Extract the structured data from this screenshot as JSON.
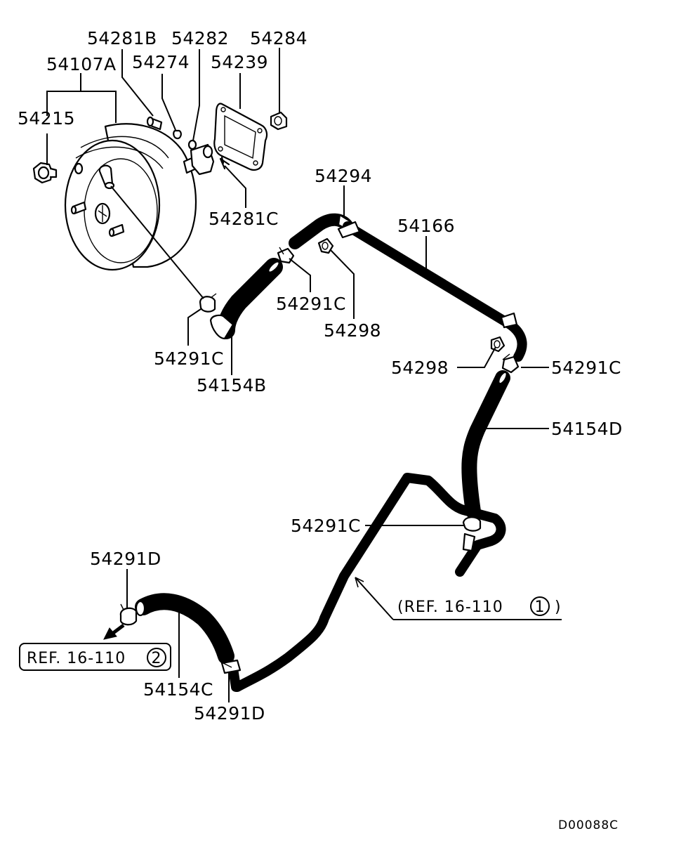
{
  "labels": {
    "p54281B": "54281B",
    "p54282": "54282",
    "p54284": "54284",
    "p54107A": "54107A",
    "p54274": "54274",
    "p54239": "54239",
    "p54215": "54215",
    "p54294": "54294",
    "p54281C": "54281C",
    "p54166": "54166",
    "p54291C_center": "54291C",
    "p54298_upper": "54298",
    "p54291C_left": "54291C",
    "p54154B": "54154B",
    "p54298_lower": "54298",
    "p54291C_right": "54291C",
    "p54154D": "54154D",
    "p54291C_lower": "54291C",
    "p54291D_top": "54291D",
    "p54154C": "54154C",
    "p54291D_bottom": "54291D"
  },
  "references": {
    "ref1_text": "(REF. 16-110",
    "ref1_num": "1",
    "ref1_close": ")",
    "ref2_text": "REF. 16-110",
    "ref2_num": "2"
  },
  "diagram_code": "D00088C"
}
